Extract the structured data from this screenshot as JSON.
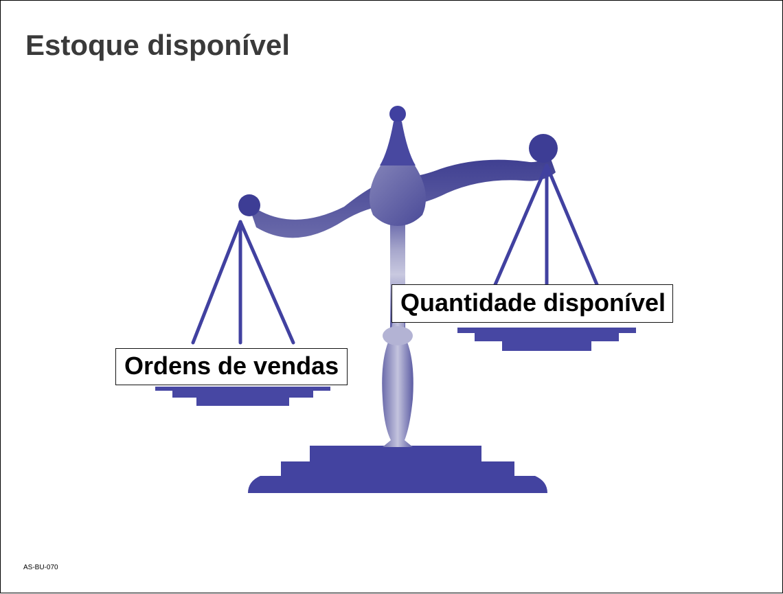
{
  "slide": {
    "title": "Estoque disponível",
    "label_left": "Ordens de vendas",
    "label_right": "Quantidade disponível",
    "footer_code": "AS-BU-070"
  },
  "illustration": {
    "type": "balance scale",
    "color_dark": "#3f3f93",
    "color_light": "#d2d2e6"
  }
}
